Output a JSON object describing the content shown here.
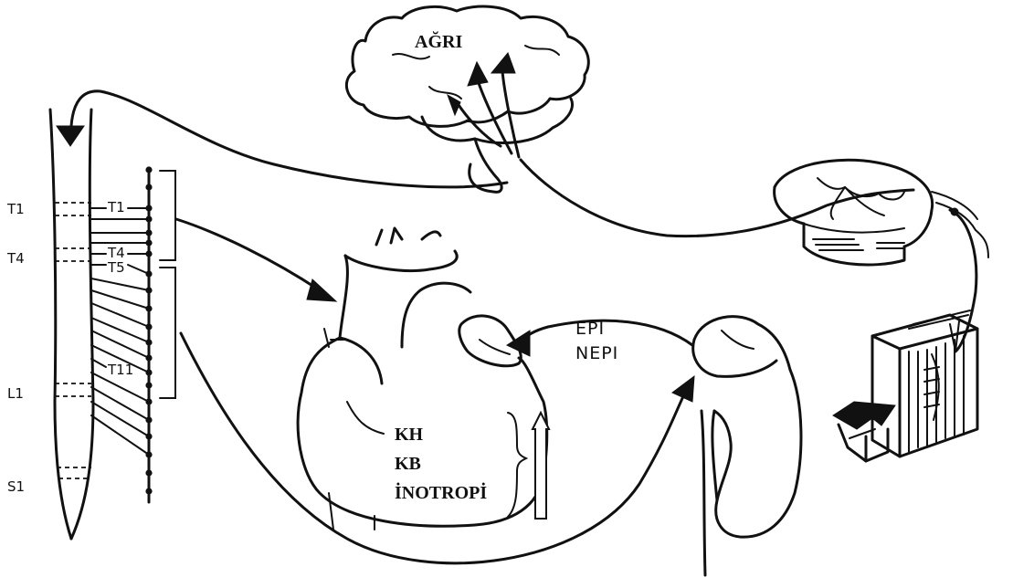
{
  "labels": {
    "pain": "AĞRI",
    "spinal_levels": [
      "T1",
      "T4",
      "L1",
      "S1"
    ],
    "ganglion_levels": [
      "T1",
      "T4",
      "T5",
      "T11"
    ],
    "hormones": [
      "EPI",
      "NEPI"
    ],
    "effects": [
      "KH",
      "KB",
      "İNOTROPİ"
    ]
  }
}
